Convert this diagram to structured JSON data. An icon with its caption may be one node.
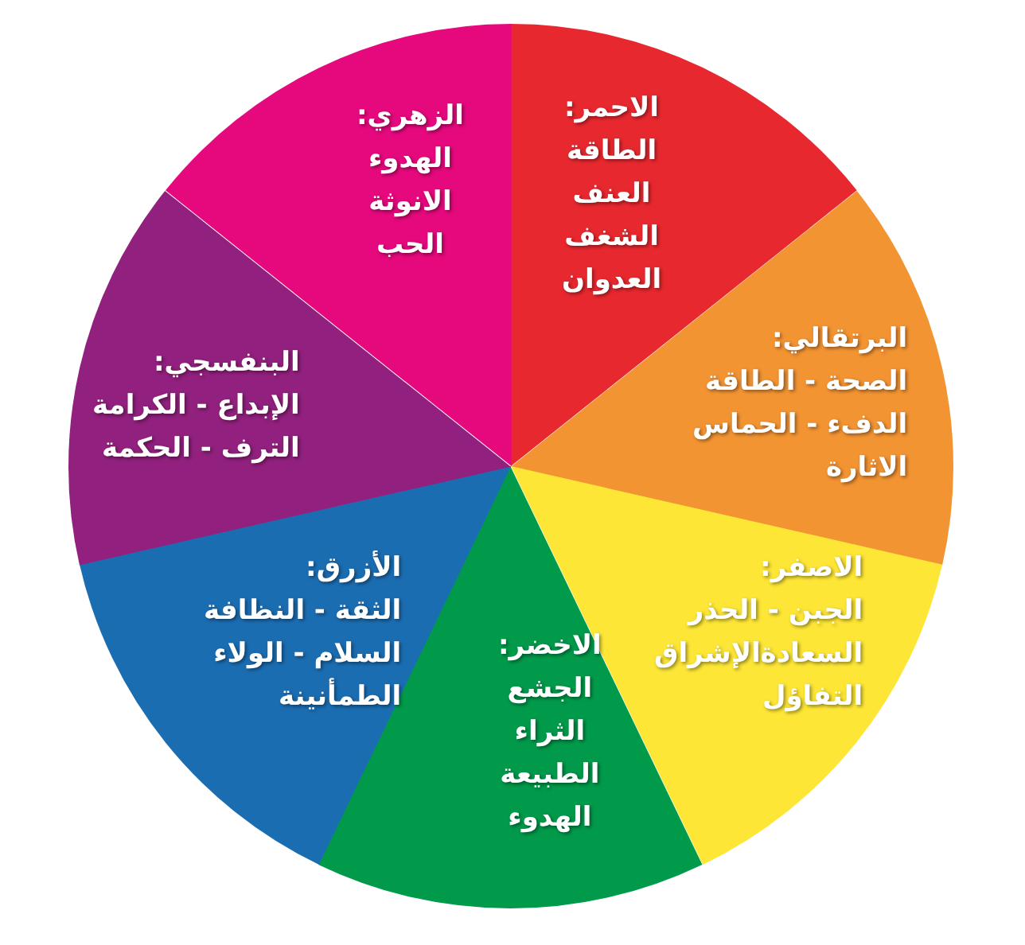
{
  "diagram": {
    "nodes": [
      {
        "text": [
          "الاحمر:",
          "الطاقة",
          "العنف",
          "الشغف",
          "العدوان"
        ]
      },
      {
        "text": [
          "البرتقالي:",
          "الصحة - الطاقة",
          "الدفء - الحماس",
          "الاثارة"
        ]
      },
      {
        "text": [
          "الاصفر:",
          "الجبن - الحذر",
          "السعادةالإشراق",
          "التفاؤل"
        ]
      },
      {
        "text": [
          "الاخضر:",
          "الجشع",
          "الثراء",
          "الطبيعة",
          "الهدوء"
        ]
      },
      {
        "text": [
          "الأزرق:",
          "الثقة - النظافة",
          "السلام - الولاء",
          "الطمأنينة"
        ]
      },
      {
        "text": [
          "البنفسجي:",
          "الإبداع - الكرامة",
          "الترف - الحكمة"
        ]
      },
      {
        "text": [
          "الزهري:",
          "الهدوء",
          "الانوثة",
          "الحب"
        ]
      }
    ]
  }
}
